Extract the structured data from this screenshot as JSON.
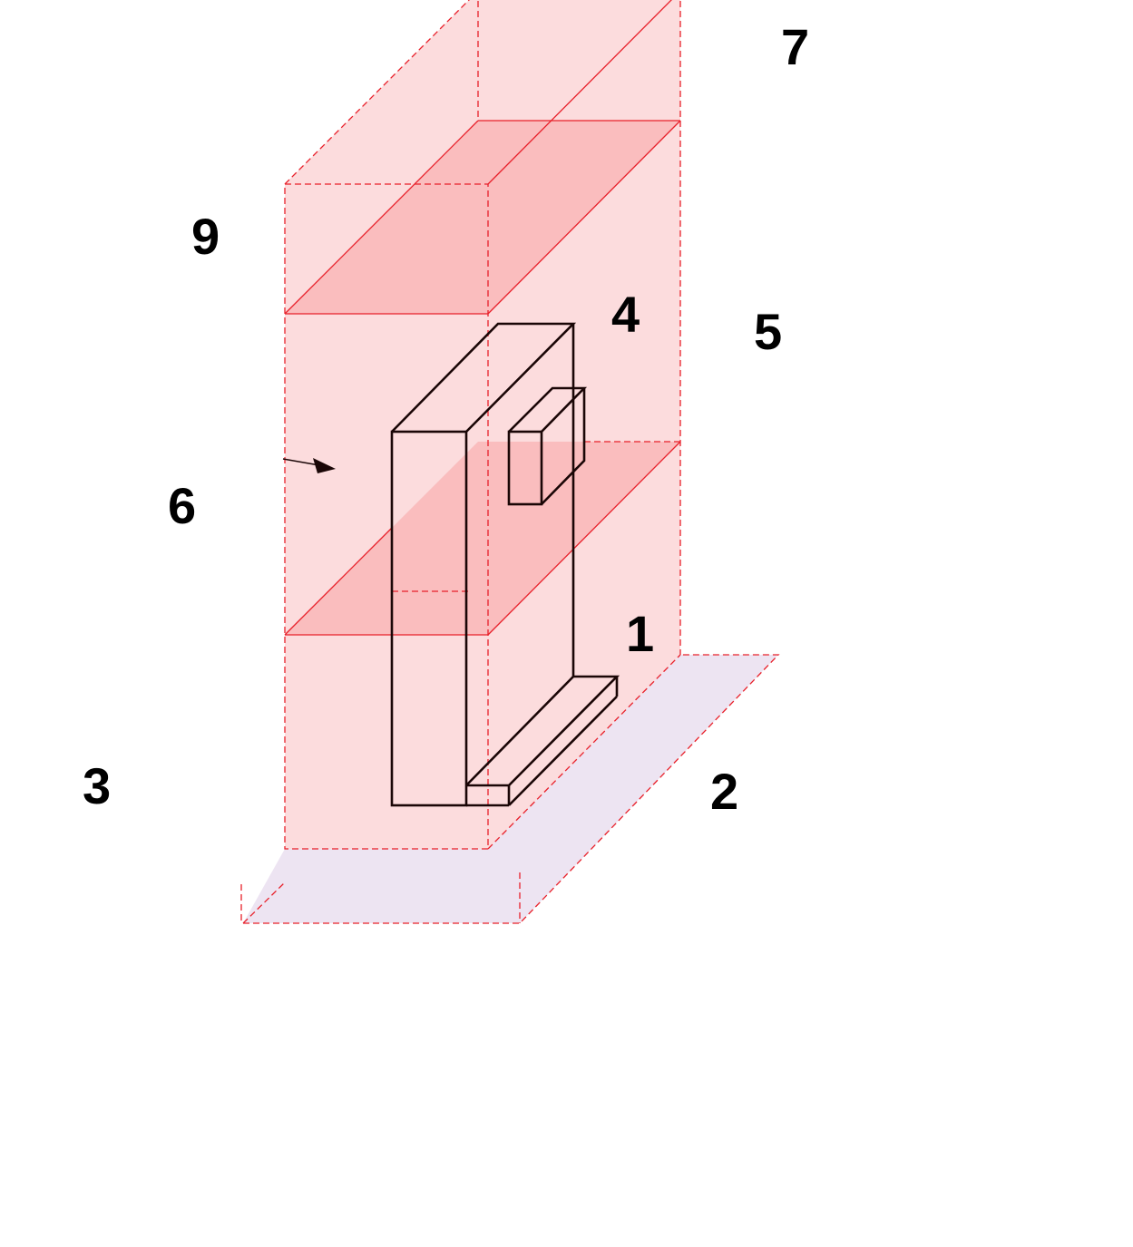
{
  "labels": {
    "l1": "1",
    "l2": "2",
    "l3": "3",
    "l4": "4",
    "l5": "5",
    "l6": "6",
    "l7": "7",
    "l9": "9"
  },
  "colors": {
    "box_fill": "#fcdcdd",
    "plane_fill": "#f9b7b9",
    "ground_fill": "#ede4f2",
    "dash_line": "#e8202a",
    "object_line": "#1a0606",
    "label_text": "#000000"
  }
}
